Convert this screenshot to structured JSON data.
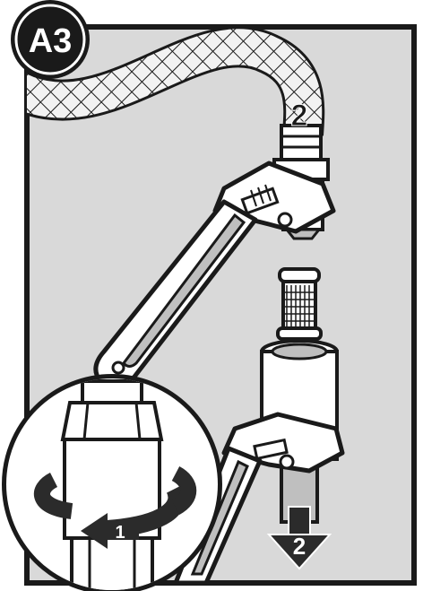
{
  "step_badge": {
    "label": "A3"
  },
  "callouts": {
    "hose_step": "2",
    "rotate_step": "1",
    "pull_step": "2"
  },
  "colors": {
    "panel": "#d9d9d9",
    "outline": "#1a1a1a",
    "metal_light": "#ffffff",
    "metal_shade": "#bfbfbf",
    "arrow": "#2b2b2b"
  }
}
